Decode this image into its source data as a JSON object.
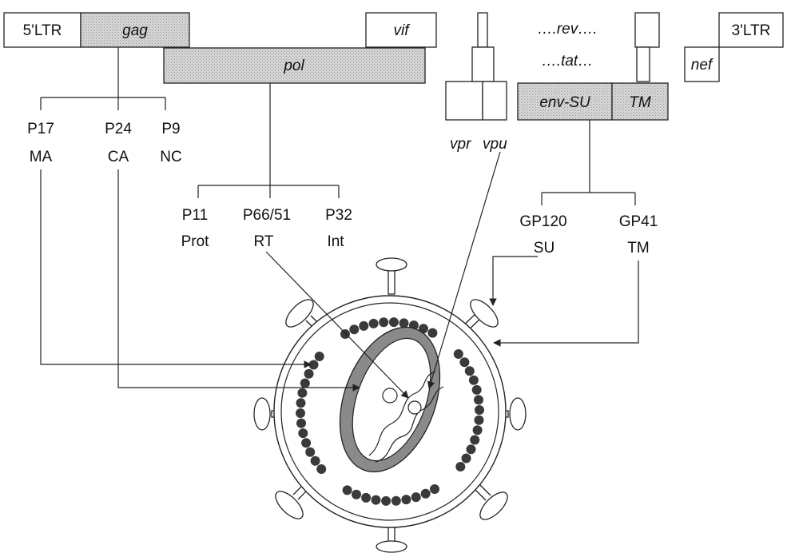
{
  "genome": {
    "ltr5": "5'LTR",
    "gag": "gag",
    "vif": "vif",
    "pol": "pol",
    "rev": "….rev….",
    "tat": "….tat…",
    "ltr3": "3'LTR",
    "nef": "nef",
    "env_su": "env-SU",
    "env_tm": "TM",
    "vpr": "vpr",
    "vpu": "vpu"
  },
  "gag_products": [
    {
      "protein": "P17",
      "name": "MA"
    },
    {
      "protein": "P24",
      "name": "CA"
    },
    {
      "protein": "P9",
      "name": "NC"
    }
  ],
  "pol_products": [
    {
      "protein": "P11",
      "name": "Prot"
    },
    {
      "protein": "P66/51",
      "name": "RT"
    },
    {
      "protein": "P32",
      "name": "Int"
    }
  ],
  "env_products": [
    {
      "protein": "GP120",
      "name": "SU"
    },
    {
      "protein": "GP41",
      "name": "TM"
    }
  ],
  "colors": {
    "stipple": "#c8c8c8",
    "capsid": "#8a8a8a",
    "dots": "#3a3a3a",
    "ink": "#222222"
  }
}
